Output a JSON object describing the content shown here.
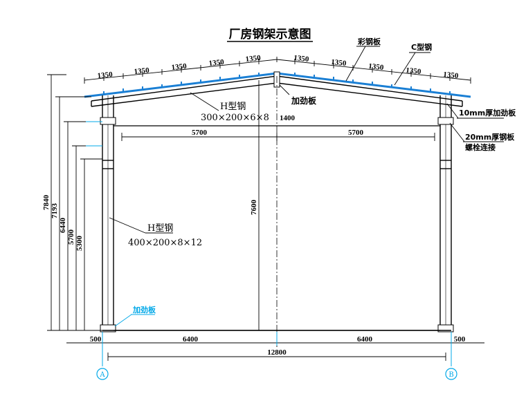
{
  "title": "厂房钢架示意图",
  "labels": {
    "color_steel_plate": "彩钢板",
    "c_steel": "C型钢",
    "stiffener_top": "加劲板",
    "stiffener_10mm": "10mm厚加劲板",
    "steel_plate_20mm": "20mm厚钢板",
    "bolt_connection": "螺栓连接",
    "roof_beam_name": "H型钢",
    "roof_beam_size": "300×200×6×8",
    "column_name": "H型钢",
    "column_size": "400×200×8×12",
    "stiffener_base": "加劲板"
  },
  "dimensions": {
    "purlin_spacing": [
      "1350",
      "1350",
      "1350",
      "1350",
      "1350",
      "1350",
      "1350",
      "1350",
      "1350",
      "1350"
    ],
    "rise": "1400",
    "half_span_left": "5700",
    "half_span_right": "5700",
    "center_height": "7600",
    "heights": [
      "7840",
      "7193",
      "6440",
      "5700",
      "5300"
    ],
    "bottom_left_offset": "500",
    "bottom_left_half": "6400",
    "bottom_right_half": "6400",
    "bottom_right_offset": "500",
    "total_span": "12800"
  },
  "axes": {
    "left": "A",
    "right": "B"
  },
  "colors": {
    "line": "#000000",
    "accent": "#00a8e8",
    "roof_sheet": "#1a7fd4"
  }
}
